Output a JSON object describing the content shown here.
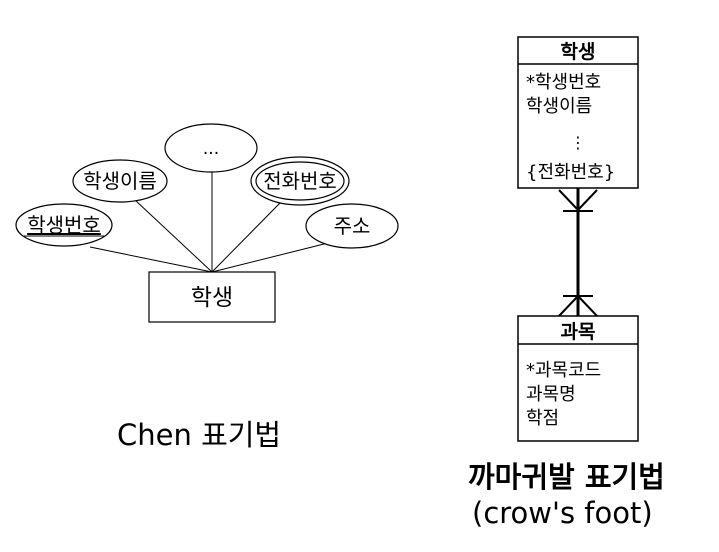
{
  "chen": {
    "attributes": {
      "ellipsis": "...",
      "student_name": "학생이름",
      "phone": "전화번호",
      "student_id": "학생번호",
      "address": "주소"
    },
    "entity": "학생",
    "caption": "Chen 표기법"
  },
  "crows_foot": {
    "student": {
      "title": "학생",
      "attrs": [
        "*학생번호",
        "학생이름",
        "⋮",
        "{전화번호}"
      ]
    },
    "course": {
      "title": "과목",
      "attrs": [
        "*과목코드",
        "과목명",
        "학점"
      ]
    },
    "caption_line1": "까마귀발 표기법",
    "caption_line2": "(crow's foot)"
  }
}
